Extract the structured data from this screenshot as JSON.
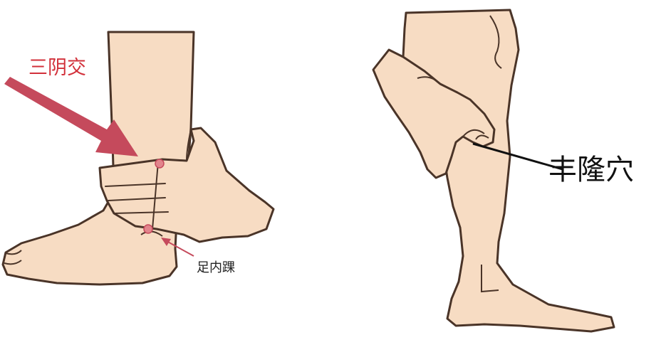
{
  "left_panel": {
    "point_label": "三阴交",
    "ankle_label": "足内踝"
  },
  "right_panel": {
    "point_label": "丰隆穴"
  },
  "colors": {
    "skin": "#f7dcc3",
    "outline": "#4a3428",
    "accent_red": "#d2303a",
    "arrow": "#c54a5c",
    "point_fill": "#e2858c"
  }
}
